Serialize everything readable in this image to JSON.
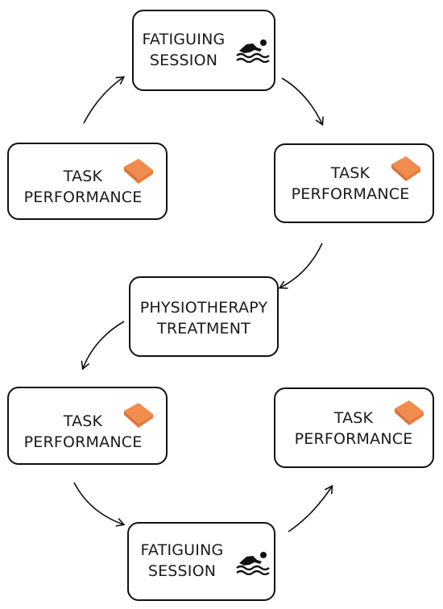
{
  "nodes": {
    "fatiguing_top": {
      "line1": "FATIGUING",
      "line2": "SESSION",
      "icon": "swimmer-icon"
    },
    "task_left": {
      "line1": "TASK",
      "line2": "PERFORMANCE",
      "icon": "book-icon"
    },
    "task_right": {
      "line1": "TASK",
      "line2": "PERFORMANCE",
      "icon": "book-icon"
    },
    "physio": {
      "line1": "PHYSIOTHERAPY",
      "line2": "TREATMENT"
    },
    "task_left_bottom": {
      "line1": "TASK",
      "line2": "PERFORMANCE",
      "icon": "book-icon"
    },
    "task_right_bottom": {
      "line1": "TASK",
      "line2": "PERFORMANCE",
      "icon": "book-icon"
    },
    "fatiguing_bottom": {
      "line1": "FATIGUING",
      "line2": "SESSION",
      "icon": "swimmer-icon"
    }
  },
  "colors": {
    "book": "#F28C4E",
    "book_edge": "#D9733A",
    "stroke": "#111111"
  }
}
